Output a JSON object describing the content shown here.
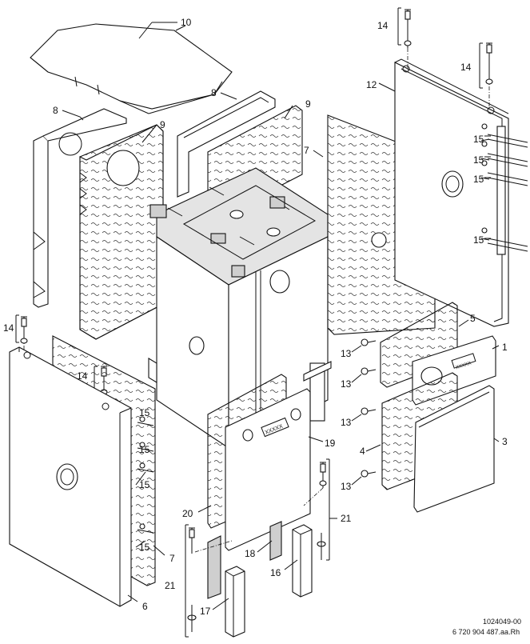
{
  "drawing": {
    "doc_number": "1024049-00",
    "doc_code": "6 720 904 487.aa.Rh"
  },
  "callouts": [
    {
      "id": "c10",
      "text": "10"
    },
    {
      "id": "c8a",
      "text": "8"
    },
    {
      "id": "c9a",
      "text": "9"
    },
    {
      "id": "c8b",
      "text": "8"
    },
    {
      "id": "c9b",
      "text": "9"
    },
    {
      "id": "c7a",
      "text": "7"
    },
    {
      "id": "c12",
      "text": "12"
    },
    {
      "id": "c14a",
      "text": "14"
    },
    {
      "id": "c14b",
      "text": "14"
    },
    {
      "id": "c15a",
      "text": "15"
    },
    {
      "id": "c15b",
      "text": "15"
    },
    {
      "id": "c15c",
      "text": "15"
    },
    {
      "id": "c15d",
      "text": "15"
    },
    {
      "id": "c14c",
      "text": "14"
    },
    {
      "id": "c14d",
      "text": "14"
    },
    {
      "id": "c15e",
      "text": "15"
    },
    {
      "id": "c15f",
      "text": "15"
    },
    {
      "id": "c15g",
      "text": "15"
    },
    {
      "id": "c15h",
      "text": "15"
    },
    {
      "id": "c5",
      "text": "5"
    },
    {
      "id": "c1",
      "text": "1"
    },
    {
      "id": "c13a",
      "text": "13"
    },
    {
      "id": "c13b",
      "text": "13"
    },
    {
      "id": "c13c",
      "text": "13"
    },
    {
      "id": "c13d",
      "text": "13"
    },
    {
      "id": "c4",
      "text": "4"
    },
    {
      "id": "c3",
      "text": "3"
    },
    {
      "id": "c19",
      "text": "19"
    },
    {
      "id": "c20",
      "text": "20"
    },
    {
      "id": "c21a",
      "text": "21"
    },
    {
      "id": "c21b",
      "text": "21"
    },
    {
      "id": "c18",
      "text": "18"
    },
    {
      "id": "c16",
      "text": "16"
    },
    {
      "id": "c17",
      "text": "17"
    },
    {
      "id": "c7b",
      "text": "7"
    },
    {
      "id": "c6",
      "text": "6"
    }
  ]
}
